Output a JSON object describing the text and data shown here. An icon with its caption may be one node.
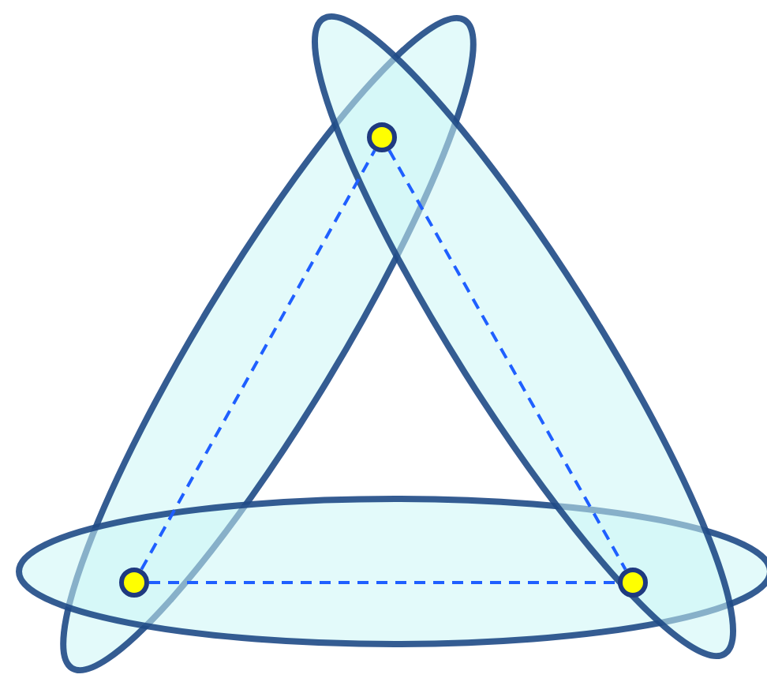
{
  "diagram": {
    "nodes": [
      {
        "text": [],
        "shape": "circle"
      },
      {
        "text": [],
        "shape": "circle"
      },
      {
        "text": [],
        "shape": "circle"
      }
    ],
    "edges": [
      {
        "from": 0,
        "to": 1,
        "arrow": "none",
        "style": "dashed"
      },
      {
        "from": 1,
        "to": 2,
        "arrow": "none",
        "style": "dashed"
      },
      {
        "from": 0,
        "to": 2,
        "arrow": "none",
        "style": "dashed"
      }
    ]
  }
}
